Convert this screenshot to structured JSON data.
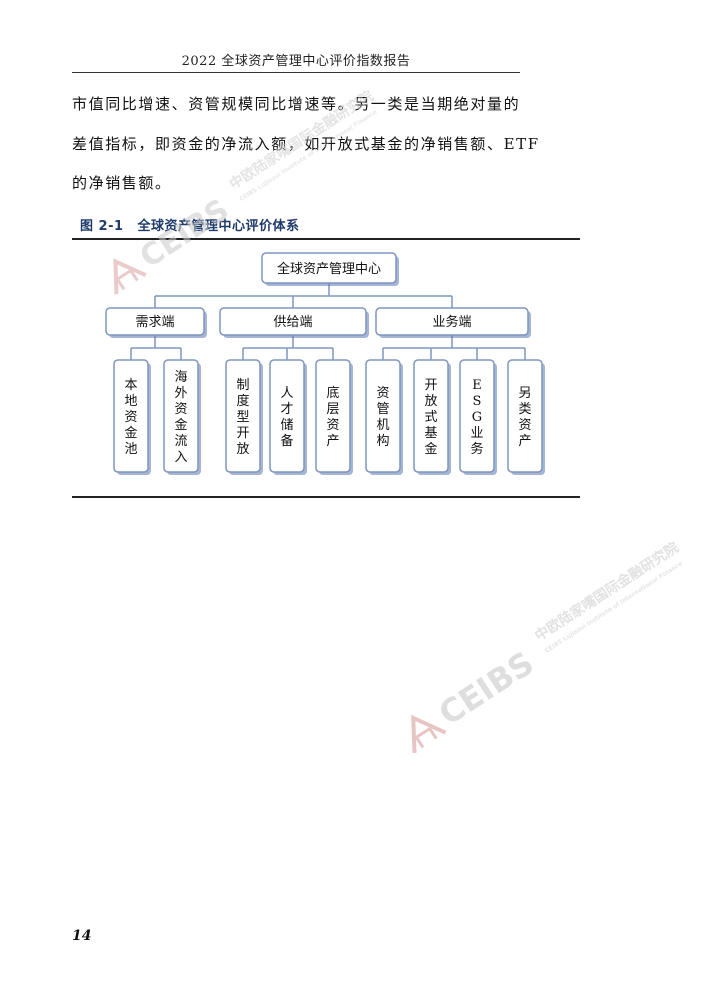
{
  "header": {
    "title": "2022 全球资产管理中心评价指数报告"
  },
  "body_text": [
    "市值同比增速、资管规模同比增速等。另一类是当期绝对量的",
    "差值指标，即资金的净流入额，如开放式基金的净销售额、ETF",
    "的净销售额。"
  ],
  "figure": {
    "number": "图 2-1",
    "title": "全球资产管理中心评价体系",
    "root": "全球资产管理中心",
    "groups": [
      {
        "label": "需求端",
        "children": [
          "本地资金池",
          "海外资金流入"
        ]
      },
      {
        "label": "供给端",
        "children": [
          "制度型开放",
          "人才储备",
          "底层资产"
        ]
      },
      {
        "label": "业务端",
        "children": [
          "资管机构",
          "开放式基金",
          "ESG业务",
          "另类资产"
        ]
      }
    ]
  },
  "watermark": {
    "brand": "CEIBS",
    "cn_name": "中欧陆家嘴国际金融研究院",
    "en_name": "CEIBS Lujiazui Institute of International Finance"
  },
  "footer": {
    "page_number": "14"
  },
  "colors": {
    "box_border": "#7f95bf",
    "box_shadow": "#5e78b0",
    "caption": "#1f3a6b",
    "watermark": "#c8c8c8"
  }
}
